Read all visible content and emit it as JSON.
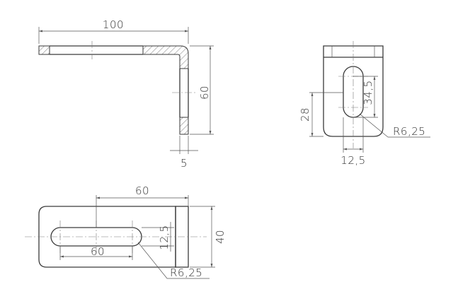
{
  "drawing": {
    "side_view": {
      "width_label": "100",
      "height_label": "60",
      "thickness_label": "5"
    },
    "end_view": {
      "slot_length_label": "34,5",
      "slot_offset_label": "28",
      "slot_width_label": "12,5",
      "radius_label": "R6,25"
    },
    "top_view": {
      "hole_position_label": "60",
      "slot_length_label": "60",
      "slot_width_label": "12,5",
      "height_label": "40",
      "radius_label": "R6,25"
    }
  }
}
